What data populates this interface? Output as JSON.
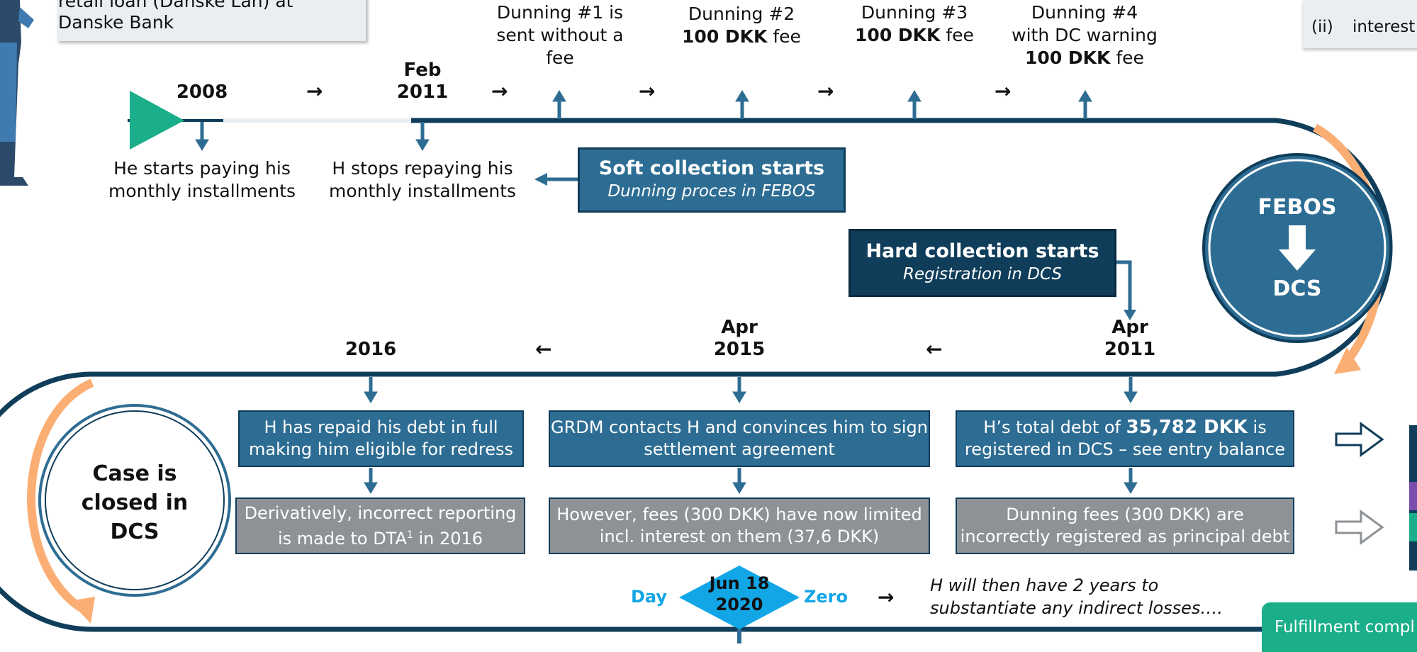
{
  "colors": {
    "navy": "#0f3d5a",
    "steel": "#2e6d93",
    "grey": "#8e9296",
    "teal": "#1aae8a",
    "cyan": "#12a6e6",
    "orange": "#fbae74"
  },
  "intro": {
    "text_line1": "retail loan (Danske Lån) at",
    "text_line2": "Danske Bank"
  },
  "partial_right": {
    "roman": "(ii)",
    "text": "interest"
  },
  "top": {
    "y2008": "2008",
    "feb": "Feb",
    "y2011": "2011",
    "start_line1": "He starts paying his",
    "start_line2": "monthly installments",
    "stop_line1": "H stops repaying his",
    "stop_line2": "monthly installments",
    "d1_line1": "Dunning #1 is",
    "d1_line2": "sent without a fee",
    "d2_line1": "Dunning #2",
    "d2_amount": "100 DKK",
    "d2_fee": "fee",
    "d3_line1": "Dunning #3",
    "d3_amount": "100 DKK",
    "d3_fee": "fee",
    "d4_line1": "Dunning #4",
    "d4_line2": "with DC warning",
    "d4_amount": "100 DKK",
    "d4_fee": "fee"
  },
  "soft": {
    "title": "Soft collection  starts",
    "subtitle": "Dunning proces in FEBOS"
  },
  "hard": {
    "title": "Hard collection starts",
    "subtitle": "Registration in DCS"
  },
  "circle_right": {
    "top": "FEBOS",
    "bottom": "DCS"
  },
  "circle_left": {
    "line1": "Case is",
    "line2": "closed in",
    "line3": "DCS"
  },
  "middle": {
    "y2016": "2016",
    "apr1": "Apr",
    "y2015": "2015",
    "apr2": "Apr",
    "y2011b": "2011"
  },
  "boxes": {
    "repaid_l1": "H has repaid his debt in full",
    "repaid_l2": "making him eligible for redress",
    "grdm_l1": "GRDM contacts H and convinces him to sign",
    "grdm_l2": "settlement agreement",
    "debt_pre": "H’s total debt of",
    "debt_amount": "35,782 DKK",
    "debt_post": "is",
    "debt_l2": "registered in DCS – see entry balance",
    "deriv_l1": "Derivatively, incorrect reporting",
    "deriv_l2_pre": "is made to DTA",
    "deriv_sup": "1",
    "deriv_l2_post": " in 2016",
    "fees_l1": "However, fees (300 DKK) have now limited",
    "fees_l2": "incl. interest on them (37,6 DKK)",
    "dun_l1": "Dunning fees (300 DKK) are",
    "dun_l2": "incorrectly registered as principal debt"
  },
  "bottom": {
    "day": "Day",
    "date_l1": "Jun 18",
    "date_l2": "2020",
    "zero": "Zero",
    "note_l1": "H will then have 2 years to",
    "note_l2": "substantiate any indirect losses….",
    "fulfillment": "Fulfillment compl"
  },
  "arrow_icons": {
    "right": "→",
    "left": "←"
  }
}
